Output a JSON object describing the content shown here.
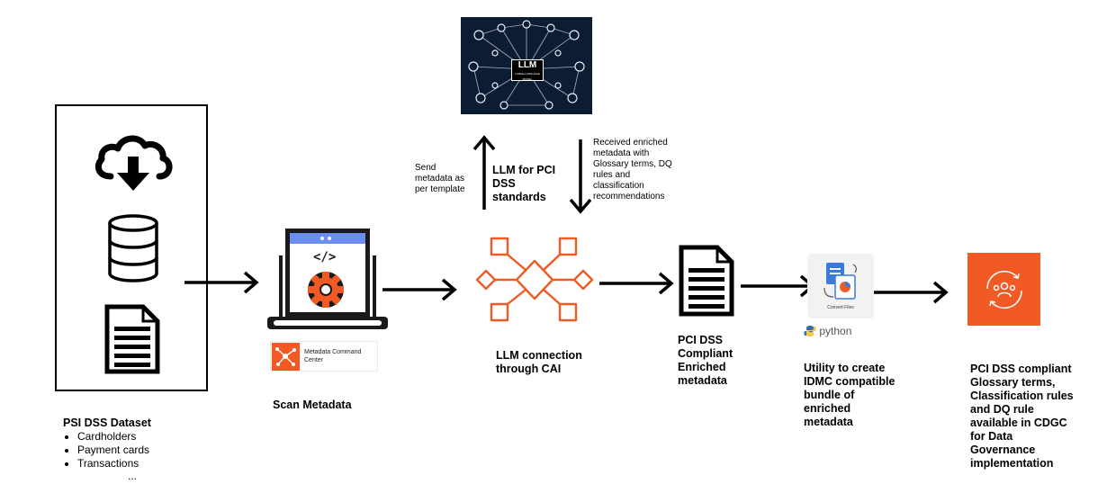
{
  "source": {
    "title": "PSI DSS Dataset",
    "items": [
      "Cardholders",
      "Payment cards",
      "Transactions"
    ],
    "ellipsis": "..."
  },
  "scan": {
    "label": "Scan Metadata",
    "logo_text": "Metadata Command Center"
  },
  "llm": {
    "image_badge": "LLM",
    "image_subtext": "LARGE LANGUAGE MODEL",
    "send_text": "Send metadata as per template",
    "center_label": "LLM for PCI DSS standards",
    "received_text": "Received enriched metadata with Glossary terms, DQ rules and classification recommendations"
  },
  "cai": {
    "label": "LLM connection through CAI"
  },
  "enriched": {
    "label": "PCI DSS Compliant Enriched metadata"
  },
  "utility": {
    "tile_caption": "Convert Files",
    "python_label": "python",
    "label": "Utility to create IDMC compatible bundle of enriched metadata"
  },
  "cdgc": {
    "label": "PCI DSS compliant Glossary terms, Classification rules and DQ rule available in CDGC for Data Governance implementation"
  },
  "colors": {
    "accent": "#f15a24",
    "llm_bg": "#0c1c33",
    "black": "#000000"
  },
  "icons": [
    "cloud-download-icon",
    "database-icon",
    "document-icon",
    "laptop-code-gear-icon",
    "hub-network-icon",
    "document-icon",
    "convert-files-icon",
    "python-logo",
    "people-cycle-icon"
  ]
}
